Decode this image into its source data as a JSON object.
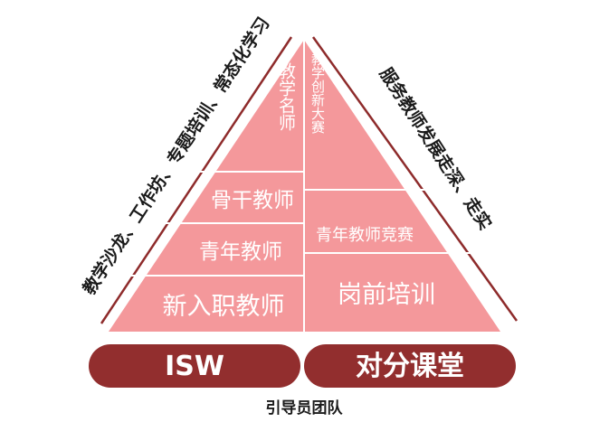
{
  "colors": {
    "pyramid_fill": "#f4989b",
    "divider": "#ffffff",
    "outline": "#8e2b2b",
    "pill_fill": "#922e2e",
    "pill_text": "#ffffff",
    "side_text": "#1a1a1a",
    "footer_text": "#1a1a1a"
  },
  "left_tiers": {
    "top": "教学名师",
    "second": "骨干教师",
    "third": "青年教师",
    "bottom": "新入职教师"
  },
  "right_tiers": {
    "top": "教学创新大赛",
    "middle": "青年教师竞赛",
    "bottom": "岗前培训"
  },
  "side_labels": {
    "left": "教学沙龙、工作坊、专题培训、常态化学习",
    "right": "服务教师发展走深、走实"
  },
  "pills": {
    "left": "ISW",
    "right": "对分课堂"
  },
  "footer": "引导员团队"
}
